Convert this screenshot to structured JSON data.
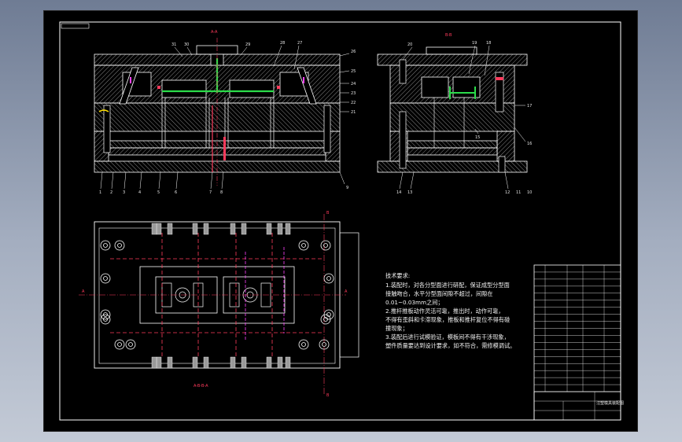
{
  "drawing": {
    "section_labels": {
      "front": "A-A",
      "side": "B-B",
      "plan": "A-B-B-A"
    },
    "balloons_front_bottom": [
      "1",
      "2",
      "3",
      "4",
      "5",
      "6",
      "7",
      "8"
    ],
    "balloons_front_top": [
      "31",
      "30",
      "29",
      "28",
      "27",
      "26"
    ],
    "balloons_front_right": [
      "25",
      "24",
      "23",
      "22",
      "21",
      "9"
    ],
    "balloons_side_top": [
      "20",
      "19",
      "18"
    ],
    "balloons_side_right": [
      "17",
      "16",
      "15"
    ],
    "balloons_side_bottom": [
      "14",
      "13",
      "12",
      "11",
      "10"
    ],
    "plan_marks": [
      "A",
      "A",
      "B",
      "B"
    ]
  },
  "notes": {
    "title": "技术要求:",
    "lines": [
      "1.装配时，对各分型面进行研配，保证成型分型面",
      "接触吻合，水平分型面间隙不超过，间隙在",
      "0.01~0.03mm之间；",
      "2.推杆推板动作灵活可靠，推出时，动作可靠，",
      "不得有歪斜和卡滞现象，推板和推杆复位不得有碰",
      "撞现象；",
      "3.装配后进行试模验证，模板间不得有干涉现象，",
      "塑件质量要达到设计要求，如不符合，需修模调试。"
    ]
  },
  "title_block": {
    "drawing_name": "注塑模具装配图",
    "part_rows": 18
  },
  "colors": {
    "background": "#000000",
    "outline": "#ffffff",
    "hatch": "#9a9a9a",
    "cooling": "#ff3b5c",
    "sprue": "#2bdc4a",
    "dimension": "#ff3b5c",
    "pin": "#ff40ff",
    "accent": "#ffe000"
  }
}
